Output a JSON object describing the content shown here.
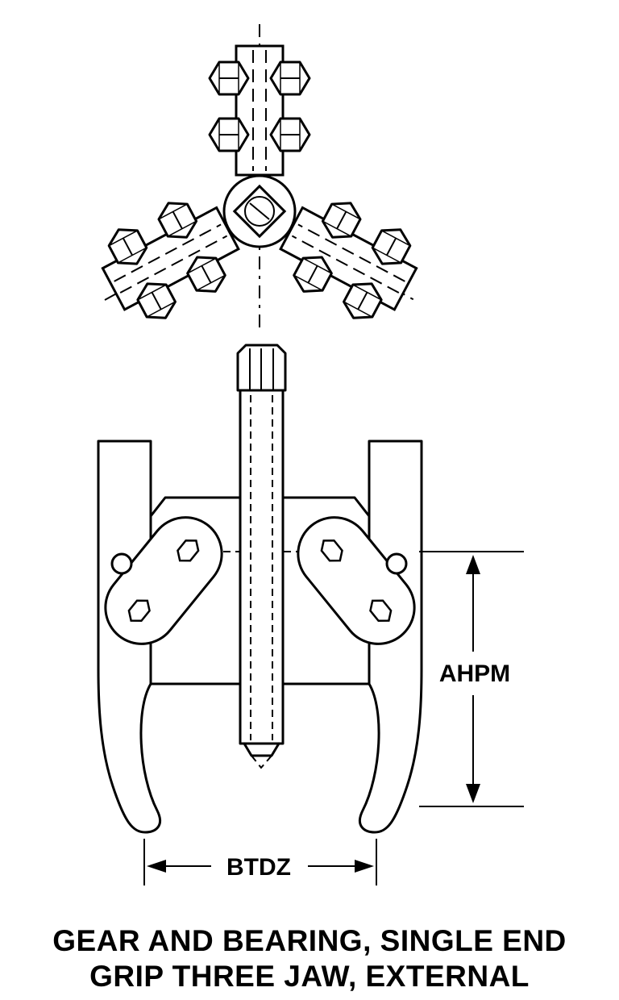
{
  "dimensions": {
    "height_code": "AHPM",
    "width_code": "BTDZ"
  },
  "caption": {
    "line1": "GEAR AND BEARING, SINGLE END",
    "line2": "GRIP THREE JAW, EXTERNAL"
  }
}
